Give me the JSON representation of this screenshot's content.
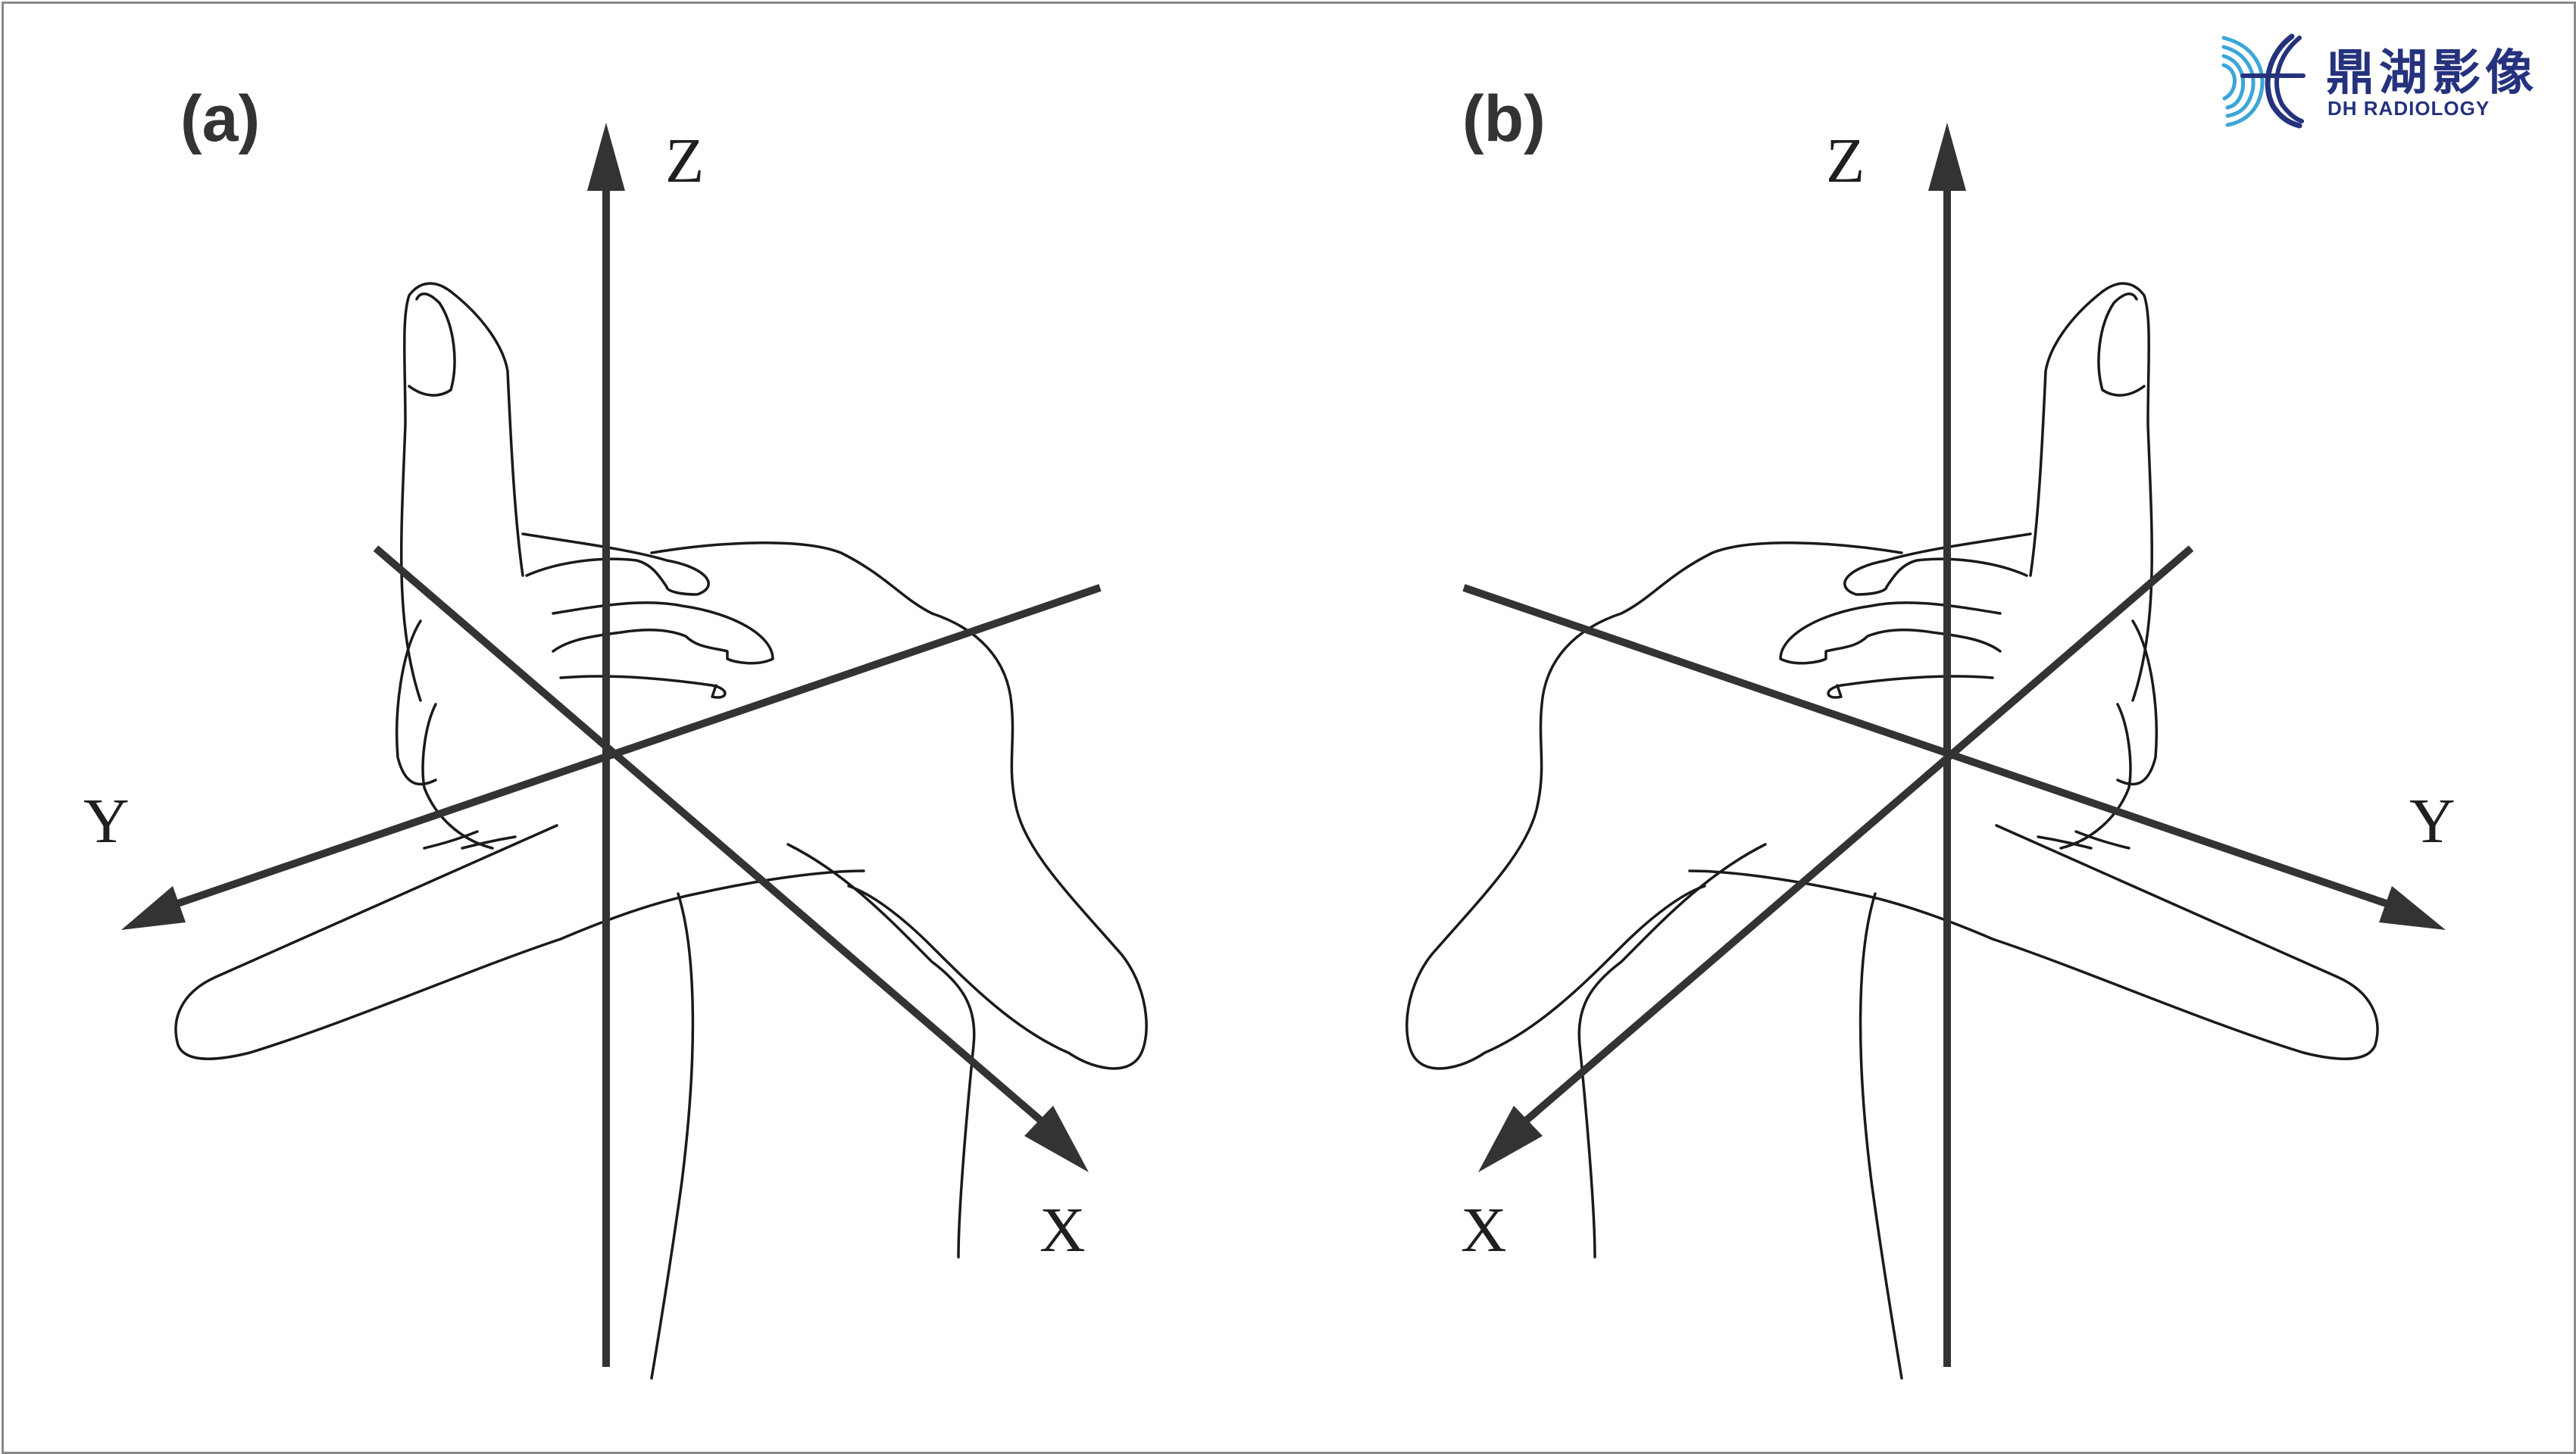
{
  "logo": {
    "name_cn": "鼎湖影像",
    "name_en": "DH RADIOLOGY",
    "colors": {
      "primary": "#25327d",
      "accent": "#3aa6d8"
    }
  },
  "panels": [
    {
      "label": "(a)",
      "axes": {
        "z": "Z",
        "y": "Y",
        "x": "X"
      },
      "hand": "right"
    },
    {
      "label": "(b)",
      "axes": {
        "z": "Z",
        "y": "Y",
        "x": "X"
      },
      "hand": "left"
    }
  ],
  "colors": {
    "axis": "#333333",
    "outline": "#1a1a1a",
    "background": "#ffffff"
  }
}
